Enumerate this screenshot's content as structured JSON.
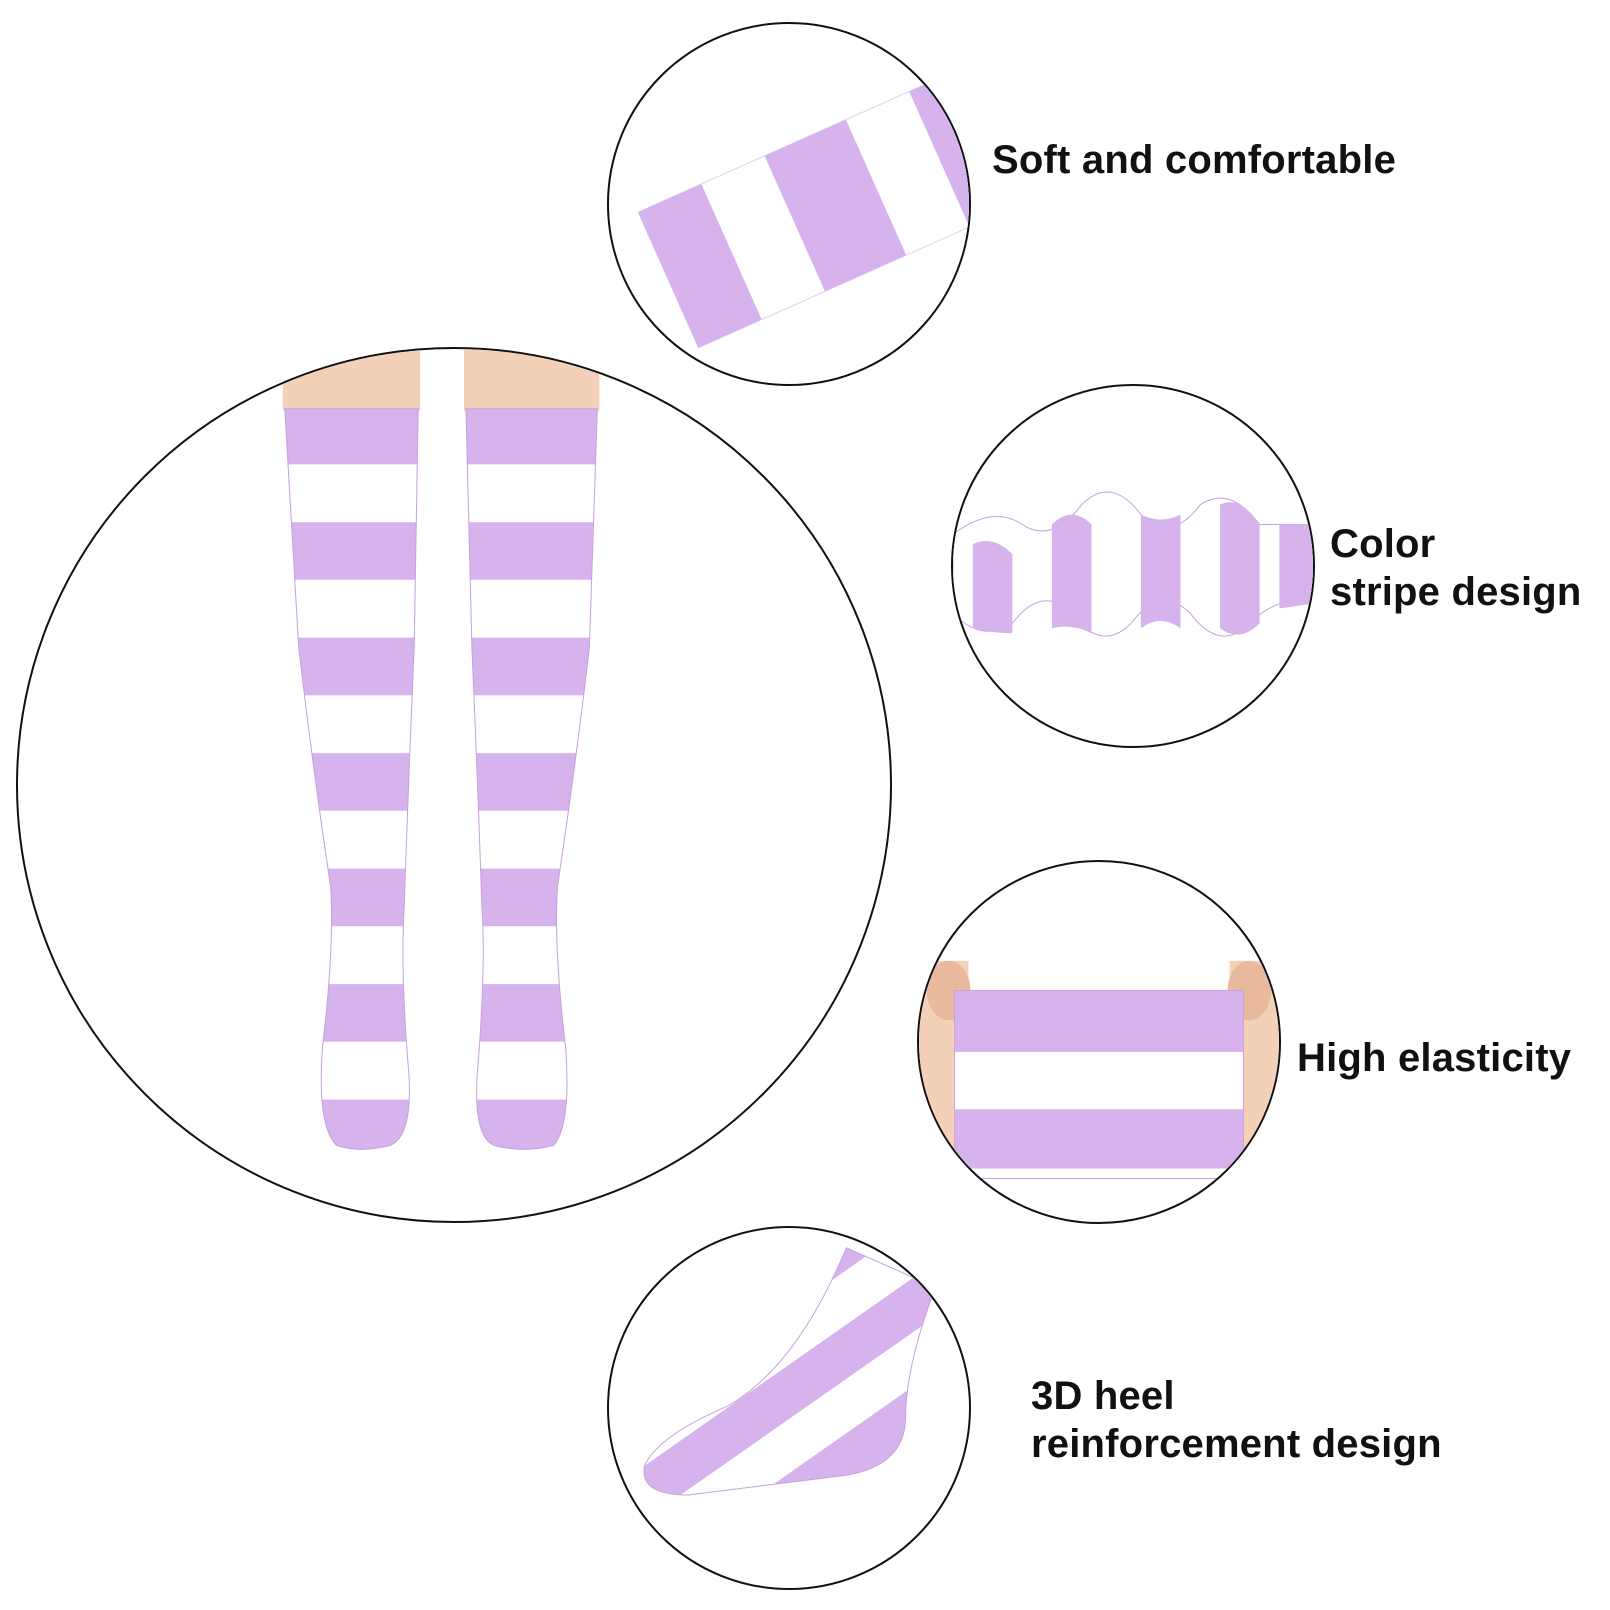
{
  "colors": {
    "lilac": "#d7b3ee",
    "lilac_light": "#e6cdf5",
    "stripe_white": "#ffffff",
    "skin": "#f3d1b8",
    "outline": "#111111"
  },
  "features": [
    {
      "id": "soft",
      "lines": [
        "Soft and comfortable"
      ],
      "icon": "sock-cuff-closeup"
    },
    {
      "id": "stripe",
      "lines": [
        "Color",
        "stripe design"
      ],
      "icon": "stretched-stripe-sock"
    },
    {
      "id": "elastic",
      "lines": [
        "High elasticity"
      ],
      "icon": "hands-stretching-cuff"
    },
    {
      "id": "heel",
      "lines": [
        "3D heel",
        "reinforcement design"
      ],
      "icon": "sock-foot-heel"
    }
  ],
  "main_image": {
    "icon": "legs-wearing-thigh-high-striped-socks"
  }
}
